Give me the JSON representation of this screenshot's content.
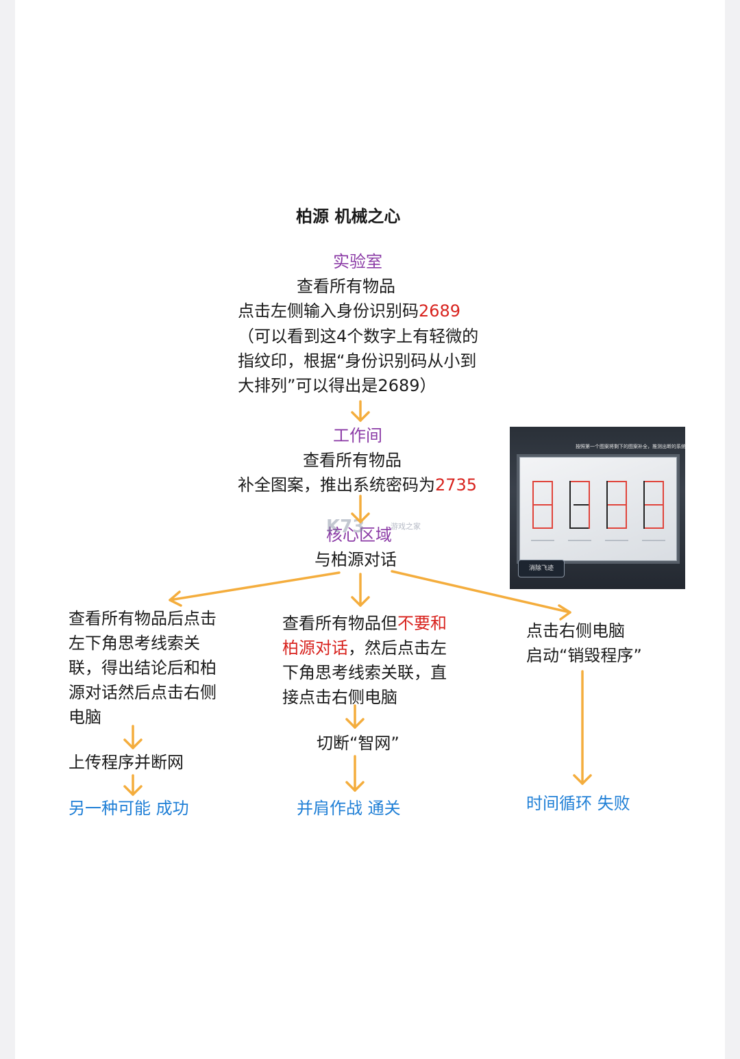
{
  "title": "柏源 机械之心",
  "lab": {
    "heading": "实验室",
    "line1": "查看所有物品",
    "line2_prefix": "点击左侧输入身份识别码",
    "line2_code": "2689",
    "note_line1": "（可以看到这4个数字上有轻微的",
    "note_line2": "指纹印，根据“身份识别码从小到",
    "note_line3": "大排列”可以得出是2689）"
  },
  "workshop": {
    "heading": "工作间",
    "line1": "查看所有物品",
    "line2_prefix": "补全图案，推出系统密码为",
    "line2_code": "2735"
  },
  "core": {
    "heading": "核心区域",
    "line1": "与柏源对话"
  },
  "branch_left": {
    "lines": [
      "查看所有物品后点击",
      "左下角思考线索关",
      "联，得出结论后和柏",
      "源对话然后点击右侧",
      "电脑"
    ],
    "step": "上传程序并断网",
    "result": "另一种可能 成功"
  },
  "branch_mid": {
    "line1_prefix": "查看所有物品但",
    "line1_red": "不要和",
    "line2_red": "柏源对话",
    "line2_suffix": "，然后点击左",
    "line3": "下角思考线索关联，直",
    "line4": "接点击右侧电脑",
    "step": "切断“智网”",
    "result": "并肩作战 通关"
  },
  "branch_right": {
    "line1": "点击右侧电脑",
    "line2": "启动“销毁程序”",
    "result": "时间循环 失败"
  },
  "screenshot": {
    "hint": "按照第一个图案将剩下的图案补全，推测出断的系统",
    "button": "消除飞迹"
  },
  "watermark": {
    "logo": "K73",
    "text": "游戏之家"
  },
  "colors": {
    "heading": "#8b3ba6",
    "code": "#d8231e",
    "result": "#1f7fd6",
    "arrow": "#f4ad3d"
  }
}
